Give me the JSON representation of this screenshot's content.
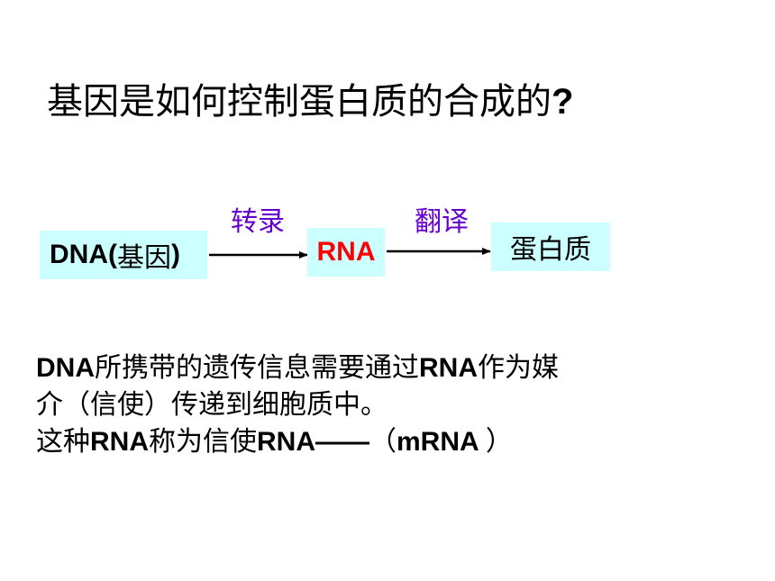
{
  "slide": {
    "title": "基因是如何控制蛋白质的合成的",
    "title_qmark": "?"
  },
  "flow": {
    "dna_box": {
      "prefix": "DNA(",
      "cjk": "基因",
      "suffix": ")"
    },
    "rna_box": "RNA",
    "protein_box": "蛋白质",
    "transcription_label": "转录",
    "translation_label": "翻译"
  },
  "paragraph": {
    "line1": {
      "a": "DNA",
      "b": "所携带的遗传信息需要通过",
      "c": "RNA",
      "d": "作为媒"
    },
    "line2": "介（信使）传递到细胞质中。",
    "line3": {
      "a": "这种",
      "b": "RNA",
      "c": "称为信使",
      "d": "RNA——",
      "e": "（",
      "f": "mRNA ",
      "g": "）"
    }
  },
  "colors": {
    "box_fill": "#ccffff",
    "rna_text": "#ff0000",
    "arrow_label": "#6600cc"
  }
}
